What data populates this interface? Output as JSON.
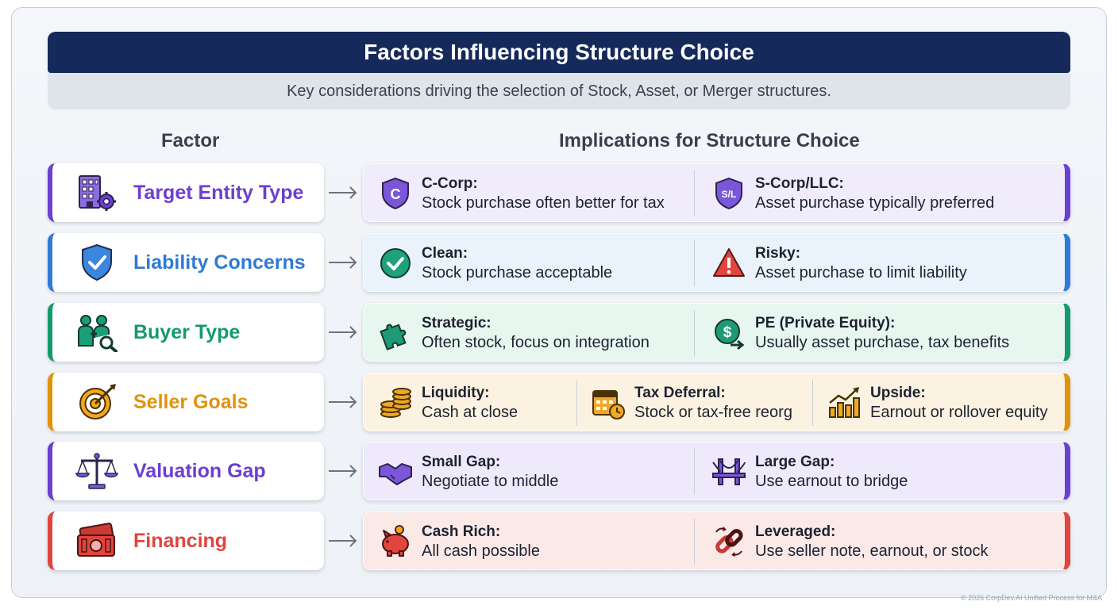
{
  "title": "Factors Influencing Structure Choice",
  "subtitle": "Key considerations driving the selection of Stock, Asset, or Merger structures.",
  "headers": {
    "factor": "Factor",
    "implications": "Implications for Structure Choice"
  },
  "rows": [
    {
      "label": "Target Entity Type",
      "accent": "#6b3fd0",
      "tint": "#f1ecfb",
      "icon": "office-building-gear-icon",
      "cells": [
        {
          "title": "C-Corp:",
          "desc": "Stock purchase often better for tax",
          "icon": "c-shield-icon"
        },
        {
          "title": "S-Corp/LLC:",
          "desc": "Asset purchase typically preferred",
          "icon": "sl-shield-icon"
        }
      ]
    },
    {
      "label": "Liability Concerns",
      "accent": "#2f7ad6",
      "tint": "#eaf2fc",
      "icon": "shield-check-icon",
      "cells": [
        {
          "title": "Clean:",
          "desc": "Stock purchase acceptable",
          "icon": "check-circle-icon"
        },
        {
          "title": "Risky:",
          "desc": "Asset purchase to limit liability",
          "icon": "warning-triangle-icon"
        }
      ]
    },
    {
      "label": "Buyer Type",
      "accent": "#149a6e",
      "tint": "#e8f6f0",
      "icon": "buyer-search-icon",
      "cells": [
        {
          "title": "Strategic:",
          "desc": "Often stock, focus on integration",
          "icon": "puzzle-icon"
        },
        {
          "title": "PE (Private Equity):",
          "desc": "Usually asset purchase, tax benefits",
          "icon": "dollar-arrow-icon"
        }
      ]
    },
    {
      "label": "Seller Goals",
      "accent": "#e0930e",
      "tint": "#fcf2e1",
      "icon": "target-arrow-icon",
      "cells": [
        {
          "title": "Liquidity:",
          "desc": "Cash at close",
          "icon": "coin-stack-icon"
        },
        {
          "title": "Tax Deferral:",
          "desc": "Stock or tax-free reorg",
          "icon": "calendar-clock-icon"
        },
        {
          "title": "Upside:",
          "desc": "Earnout or rollover equity",
          "icon": "growth-chart-icon"
        }
      ]
    },
    {
      "label": "Valuation Gap",
      "accent": "#6b3fd0",
      "tint": "#efeafb",
      "icon": "balance-scale-icon",
      "cells": [
        {
          "title": "Small Gap:",
          "desc": "Negotiate to middle",
          "icon": "handshake-icon"
        },
        {
          "title": "Large Gap:",
          "desc": "Use earnout to bridge",
          "icon": "bridge-icon"
        }
      ]
    },
    {
      "label": "Financing",
      "accent": "#e0453e",
      "tint": "#fbe9e8",
      "icon": "cash-card-icon",
      "cells": [
        {
          "title": "Cash Rich:",
          "desc": "All cash possible",
          "icon": "piggy-bank-icon"
        },
        {
          "title": "Leveraged:",
          "desc": "Use seller note, earnout, or stock",
          "icon": "chain-link-icon"
        }
      ]
    }
  ],
  "footer": "© 2026 CorpDev.AI Unified Process for M&A"
}
